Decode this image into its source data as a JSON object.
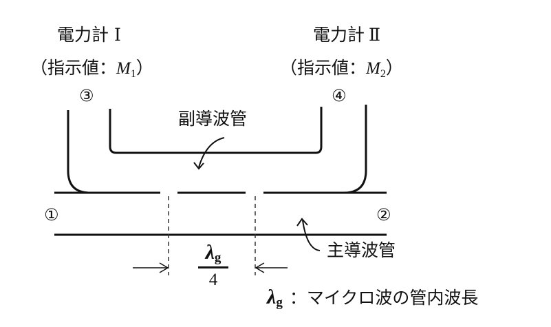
{
  "meters": [
    {
      "name": "電力計",
      "numeral": "Ⅰ",
      "reading_prefix": "（指示値：",
      "reading_var": "M",
      "reading_sub": "1",
      "reading_suffix": "）"
    },
    {
      "name": "電力計",
      "numeral": "Ⅱ",
      "reading_prefix": "（指示値：",
      "reading_var": "M",
      "reading_sub": "2",
      "reading_suffix": "）"
    }
  ],
  "ports": {
    "p1": "①",
    "p2": "②",
    "p3": "③",
    "p4": "④"
  },
  "labels": {
    "sub_waveguide": "副導波管",
    "main_waveguide": "主導波管"
  },
  "spacing": {
    "symbol": "λ",
    "symbol_sub": "g",
    "denominator": "4"
  },
  "legend": {
    "symbol": "λ",
    "symbol_sub": "g",
    "text": "：マイクロ波の管内波長"
  },
  "colors": {
    "line": "#111111",
    "background": "#ffffff"
  }
}
